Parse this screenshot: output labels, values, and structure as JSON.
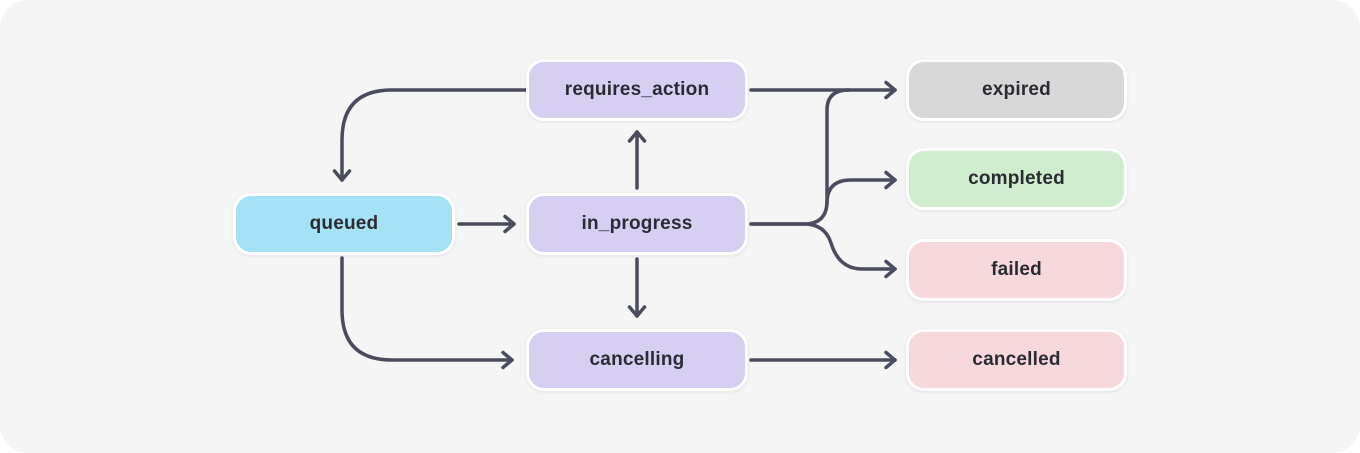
{
  "diagram": {
    "nodes": {
      "queued": {
        "label": "queued",
        "color": "#a6e2f6"
      },
      "requires_action": {
        "label": "requires_action",
        "color": "#d6cff2"
      },
      "in_progress": {
        "label": "in_progress",
        "color": "#d6cff2"
      },
      "cancelling": {
        "label": "cancelling",
        "color": "#d6cff2"
      },
      "expired": {
        "label": "expired",
        "color": "#d9d8d9"
      },
      "completed": {
        "label": "completed",
        "color": "#d0edd0"
      },
      "failed": {
        "label": "failed",
        "color": "#f7d9dd"
      },
      "cancelled": {
        "label": "cancelled",
        "color": "#f7d9dd"
      }
    },
    "edges": [
      {
        "from": "requires_action",
        "to": "queued"
      },
      {
        "from": "queued",
        "to": "in_progress"
      },
      {
        "from": "queued",
        "to": "cancelling"
      },
      {
        "from": "in_progress",
        "to": "requires_action"
      },
      {
        "from": "in_progress",
        "to": "cancelling"
      },
      {
        "from": "requires_action",
        "to": "expired"
      },
      {
        "from": "in_progress",
        "to": "expired"
      },
      {
        "from": "in_progress",
        "to": "completed"
      },
      {
        "from": "in_progress",
        "to": "failed"
      },
      {
        "from": "cancelling",
        "to": "cancelled"
      }
    ],
    "colors": {
      "background": "#f5f5f6",
      "outer": "#ffffff",
      "arrow": "#4b4c5e",
      "text": "#2b2b33",
      "node_border": "#ffffff"
    }
  }
}
